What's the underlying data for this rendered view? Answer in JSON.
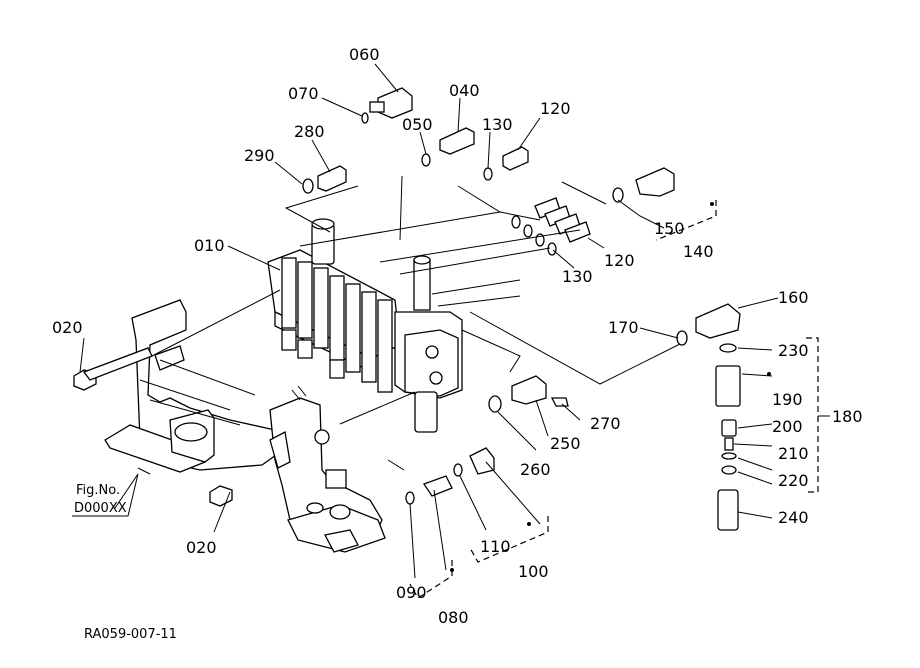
{
  "labels": {
    "l010": "010",
    "l020a": "020",
    "l020b": "020",
    "l040": "040",
    "l050": "050",
    "l060": "060",
    "l070": "070",
    "l080": "080",
    "l090": "090",
    "l100": "100",
    "l110": "110",
    "l120a": "120",
    "l120b": "120",
    "l130a": "130",
    "l130b": "130",
    "l140": "140",
    "l150": "150",
    "l160": "160",
    "l170": "170",
    "l180": "180",
    "l190": "190",
    "l200": "200",
    "l210": "210",
    "l220": "220",
    "l230": "230",
    "l240": "240",
    "l250": "250",
    "l260": "260",
    "l270": "270",
    "l280": "280",
    "l290": "290"
  },
  "figref": {
    "line1": "Fig.No.",
    "line2": "D000XX"
  },
  "drawing_code": "RA059-007-11"
}
